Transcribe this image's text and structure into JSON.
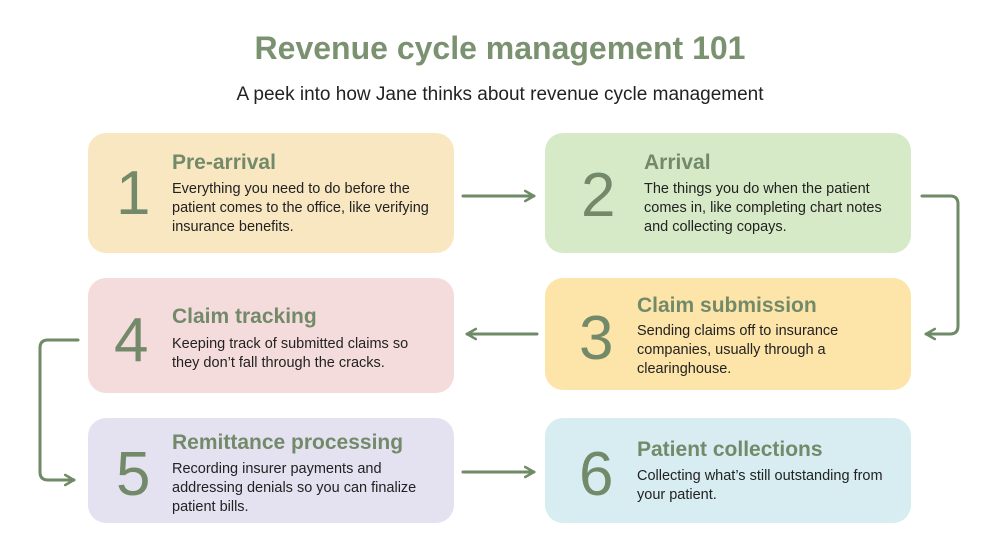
{
  "header": {
    "title": "Revenue cycle management 101",
    "subtitle": "A peek into how Jane thinks about revenue cycle management"
  },
  "colors": {
    "accent": "#738a6a",
    "arrow": "#6e8a66",
    "step1": "#f9e7c2",
    "step2": "#d6eac7",
    "step3": "#fde4a8",
    "step4": "#f5dcdc",
    "step5": "#e4e2f0",
    "step6": "#d7edf1"
  },
  "steps": [
    {
      "number": "1",
      "title": "Pre-arrival",
      "description": "Everything you need to do before the patient comes to the office, like verifying insurance benefits."
    },
    {
      "number": "2",
      "title": "Arrival",
      "description": "The things you do when the patient comes in, like completing chart notes and collecting copays."
    },
    {
      "number": "3",
      "title": "Claim submission",
      "description": "Sending claims off to insurance companies, usually through a clearinghouse."
    },
    {
      "number": "4",
      "title": "Claim tracking",
      "description": "Keeping track of submitted claims so they don’t fall through the cracks."
    },
    {
      "number": "5",
      "title": "Remittance processing",
      "description": "Recording insurer payments and addressing denials so you can finalize patient bills."
    },
    {
      "number": "6",
      "title": "Patient collections",
      "description": "Collecting what’s still outstanding from your patient."
    }
  ]
}
